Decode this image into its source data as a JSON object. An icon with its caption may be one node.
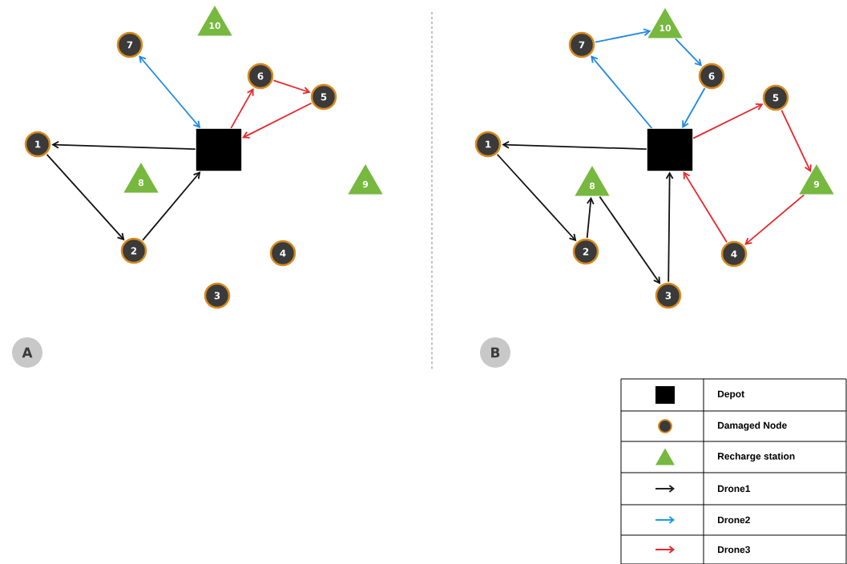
{
  "diagram": {
    "nodes": [
      {
        "text": [],
        "shape": "box"
      },
      {
        "text": [
          "1"
        ]
      },
      {
        "text": [
          "2"
        ]
      },
      {
        "text": [
          "3"
        ]
      },
      {
        "text": [
          "4"
        ]
      },
      {
        "text": [
          "5"
        ]
      },
      {
        "text": [
          "6"
        ]
      },
      {
        "text": [
          "7"
        ]
      },
      {
        "text": [
          "8"
        ]
      },
      {
        "text": [
          "9"
        ]
      },
      {
        "text": [
          "10"
        ]
      },
      {
        "text": [
          "A"
        ]
      },
      {
        "text": [],
        "shape": "box"
      },
      {
        "text": [
          "1"
        ]
      },
      {
        "text": [
          "2"
        ]
      },
      {
        "text": [
          "3"
        ]
      },
      {
        "text": [
          "4"
        ]
      },
      {
        "text": [
          "5"
        ]
      },
      {
        "text": [
          "6"
        ]
      },
      {
        "text": [
          "7"
        ]
      },
      {
        "text": [
          "8"
        ]
      },
      {
        "text": [
          "9"
        ]
      },
      {
        "text": [
          "10"
        ]
      },
      {
        "text": [
          "B"
        ]
      }
    ],
    "edges": [
      {
        "from": 0,
        "to": 1,
        "arrow": "to"
      },
      {
        "from": 1,
        "to": 2,
        "arrow": "to"
      },
      {
        "from": 2,
        "to": 0,
        "arrow": "to"
      },
      {
        "from": 0,
        "to": 7,
        "arrow": "both",
        "color": "#1e88e5"
      },
      {
        "from": 0,
        "to": 6,
        "arrow": "to",
        "color": "#e8262a"
      },
      {
        "from": 6,
        "to": 5,
        "arrow": "to",
        "color": "#e8262a"
      },
      {
        "from": 5,
        "to": 0,
        "arrow": "to",
        "color": "#e8262a"
      },
      {
        "from": 12,
        "to": 13,
        "arrow": "to"
      },
      {
        "from": 13,
        "to": 14,
        "arrow": "to"
      },
      {
        "from": 14,
        "to": 20,
        "arrow": "to"
      },
      {
        "from": 20,
        "to": 15,
        "arrow": "to"
      },
      {
        "from": 15,
        "to": 12,
        "arrow": "to"
      },
      {
        "from": 12,
        "to": 19,
        "arrow": "to",
        "color": "#1e88e5"
      },
      {
        "from": 19,
        "to": 22,
        "arrow": "to",
        "color": "#1e88e5"
      },
      {
        "from": 22,
        "to": 18,
        "arrow": "to",
        "color": "#1e88e5"
      },
      {
        "from": 18,
        "to": 12,
        "arrow": "to",
        "color": "#1e88e5"
      },
      {
        "from": 12,
        "to": 17,
        "arrow": "to",
        "color": "#e8262a"
      },
      {
        "from": 17,
        "to": 21,
        "arrow": "to",
        "color": "#e8262a"
      },
      {
        "from": 21,
        "to": 16,
        "arrow": "to",
        "color": "#e8262a"
      },
      {
        "from": 16,
        "to": 12,
        "arrow": "to",
        "color": "#e8262a"
      }
    ],
    "legend": [
      {
        "text": "Depot"
      },
      {
        "text": "Damaged Node"
      },
      {
        "text": "Recharge station"
      },
      {
        "text": "Drone1"
      },
      {
        "text": "Drone2"
      },
      {
        "text": "Drone3"
      }
    ]
  }
}
